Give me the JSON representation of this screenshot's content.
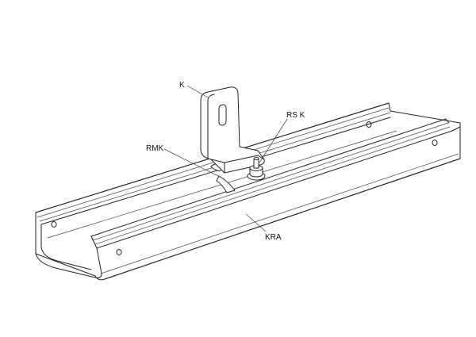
{
  "labels": {
    "bracket": "K",
    "screw": "RS K",
    "clip": "RMK",
    "tray": "KRA"
  }
}
